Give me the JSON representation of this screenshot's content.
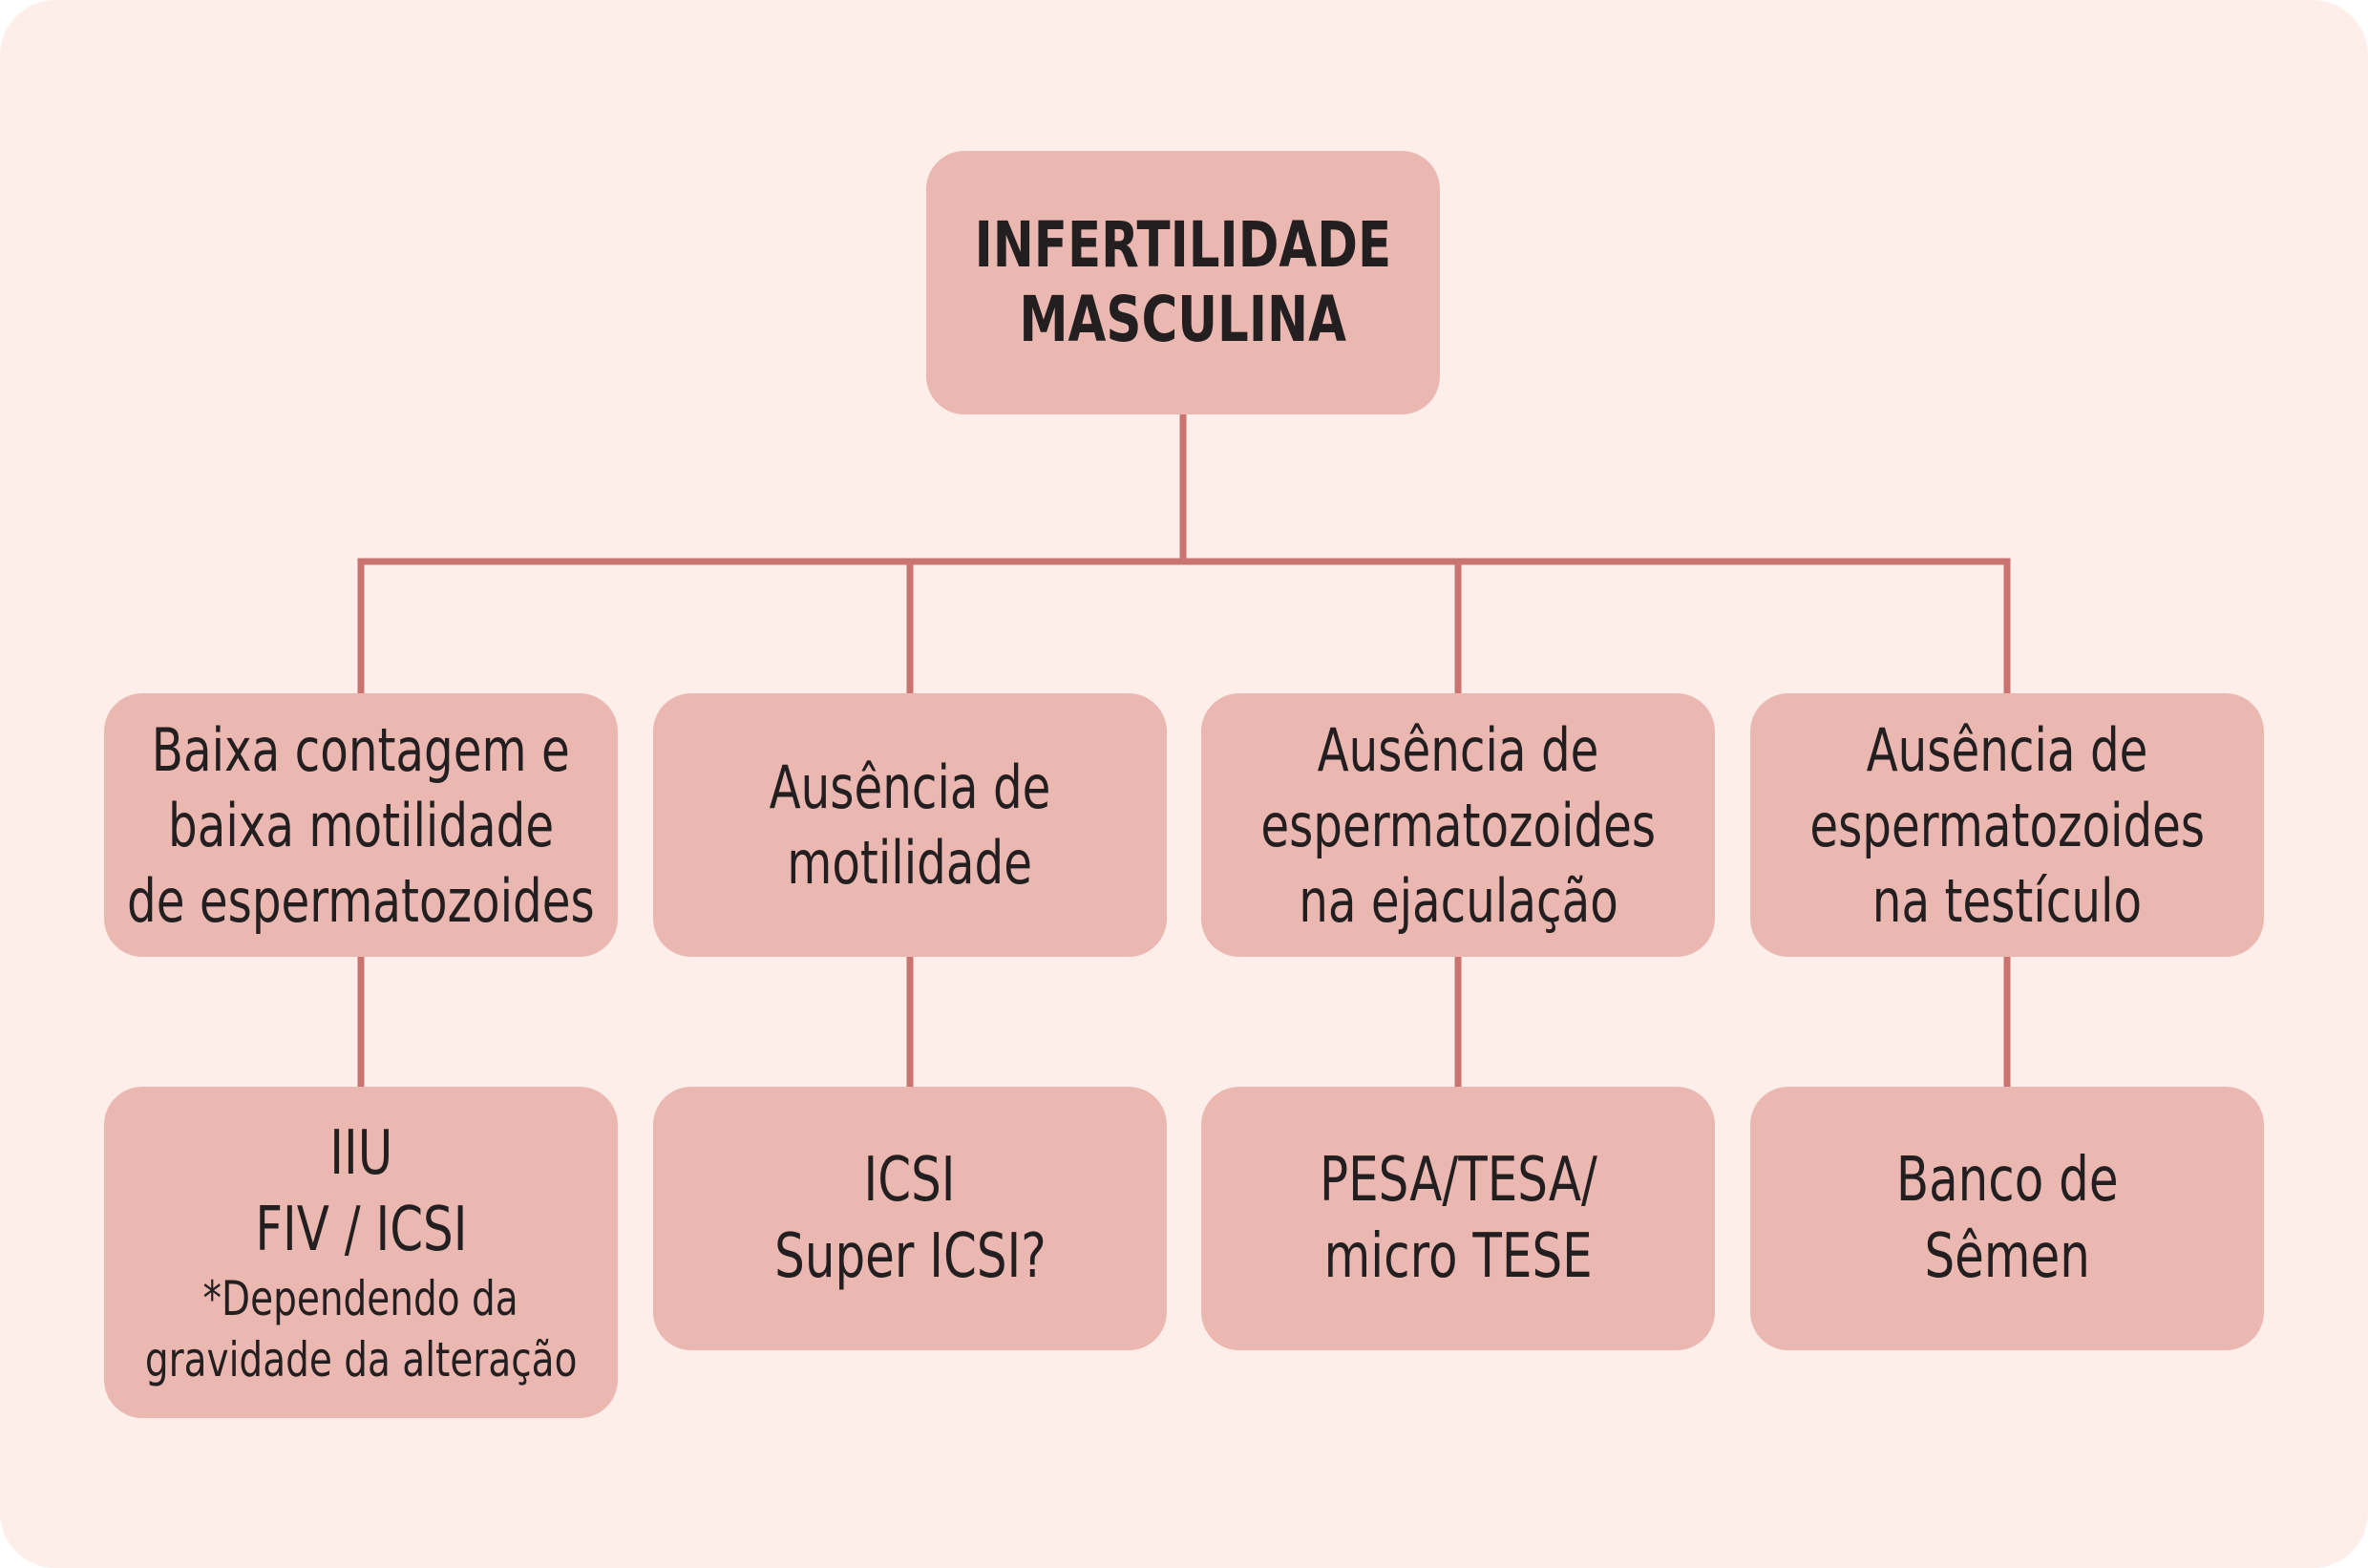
{
  "colors": {
    "panel_background": "#fdeeea",
    "box_fill": "#ebb8b1",
    "connector": "#c97470",
    "text": "#231f20"
  },
  "root": {
    "lines": [
      "INFERTILIDADE",
      "MASCULINA"
    ]
  },
  "categories": [
    {
      "lines": [
        "Baixa contagem e",
        "baixa motilidade",
        "de espermatozoides"
      ]
    },
    {
      "lines": [
        "Ausência de",
        "motilidade"
      ]
    },
    {
      "lines": [
        "Ausência de",
        "espermatozoides",
        "na ejaculação"
      ]
    },
    {
      "lines": [
        "Ausência de",
        "espermatozoides",
        "na testículo"
      ]
    }
  ],
  "treatments": [
    {
      "lines": [
        "IIU",
        "FIV / ICSI"
      ],
      "note": [
        "*Dependendo da",
        "gravidade da alteração"
      ]
    },
    {
      "lines": [
        "ICSI",
        "Super ICSI?"
      ]
    },
    {
      "lines": [
        "PESA/TESA/",
        "micro TESE"
      ]
    },
    {
      "lines": [
        "Banco de",
        "Sêmen"
      ]
    }
  ]
}
